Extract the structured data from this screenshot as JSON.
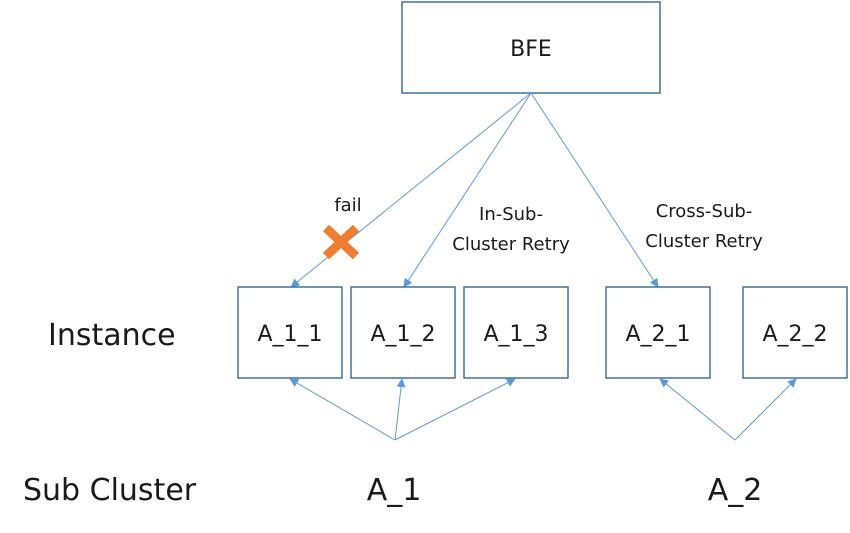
{
  "nodes": {
    "bfe": "BFE",
    "instances": [
      "A_1_1",
      "A_1_2",
      "A_1_3",
      "A_2_1",
      "A_2_2"
    ]
  },
  "labels": {
    "fail": "fail",
    "in_retry_line1": "In-Sub-",
    "in_retry_line2": "Cluster Retry",
    "cross_retry_line1": "Cross-Sub-",
    "cross_retry_line2": "Cluster Retry",
    "row_instance": "Instance",
    "row_subcluster": "Sub Cluster"
  },
  "clusters": [
    "A_1",
    "A_2"
  ],
  "colors": {
    "box_border": "#41719c",
    "edge": "#5b9bd5",
    "fail_mark": "#ed7d31"
  },
  "icons": {
    "fail_mark": "x-mark-icon"
  }
}
